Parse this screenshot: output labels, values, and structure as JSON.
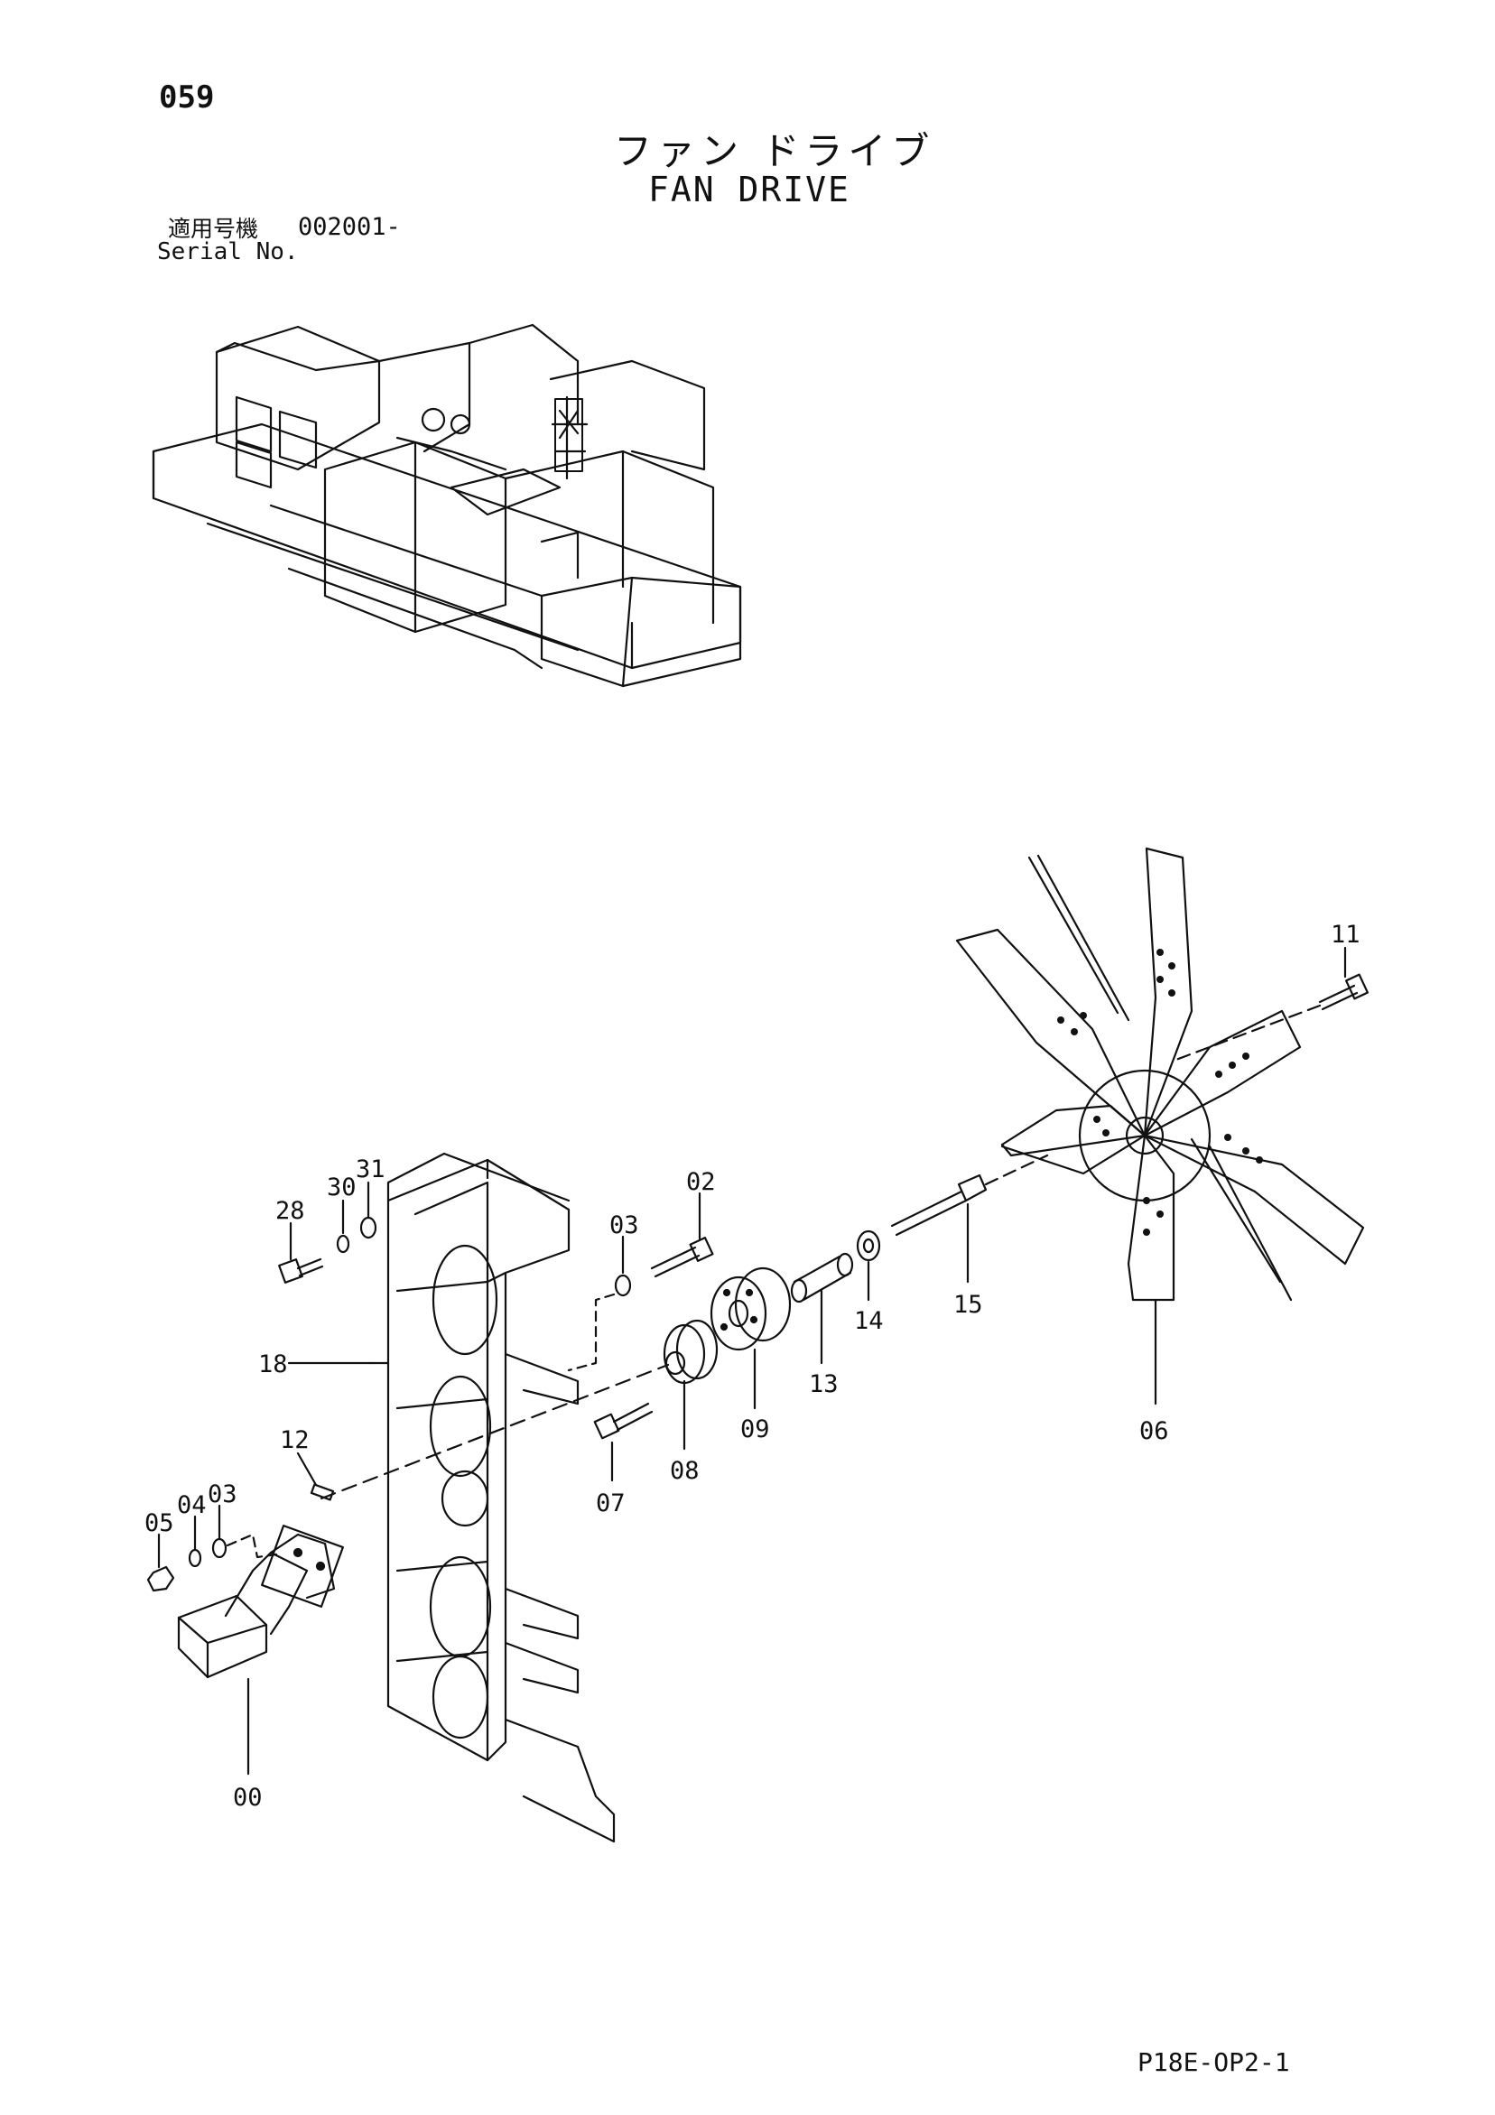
{
  "page": {
    "number": "059",
    "title_jp": "ファン ドライブ",
    "title_en": "FAN DRIVE",
    "serial_label_jp": "適用号機",
    "serial_value": "002001-",
    "serial_label_en": "Serial No.",
    "code": "P18E-OP2-1"
  },
  "callouts": {
    "c00": "00",
    "c02": "02",
    "c03a": "03",
    "c03b": "03",
    "c04": "04",
    "c05": "05",
    "c06": "06",
    "c07": "07",
    "c08": "08",
    "c09": "09",
    "c11": "11",
    "c12": "12",
    "c13": "13",
    "c14": "14",
    "c15": "15",
    "c18": "18",
    "c28": "28",
    "c30": "30",
    "c31": "31"
  }
}
